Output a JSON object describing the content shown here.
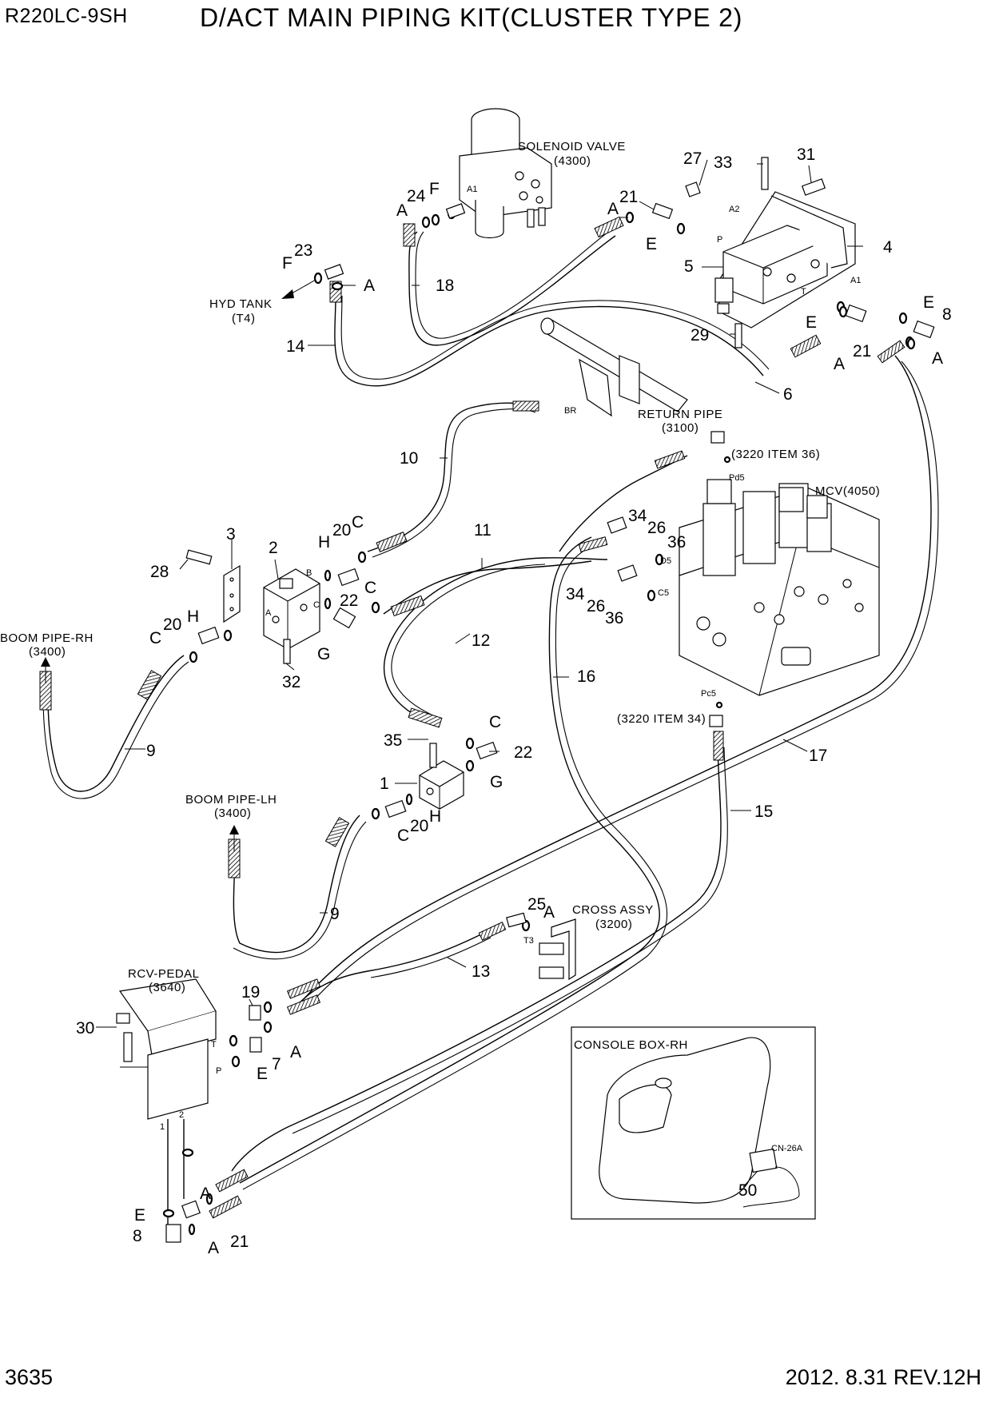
{
  "header": {
    "model": "R220LC-9SH",
    "title": "D/ACT MAIN PIPING KIT(CLUSTER TYPE 2)"
  },
  "footer": {
    "page_number": "3635",
    "revision": "2012. 8.31  REV.12H"
  },
  "captions": {
    "solenoid_valve": [
      "SOLENOID VALVE",
      "(4300)"
    ],
    "hyd_tank": [
      "HYD TANK",
      "(T4)"
    ],
    "return_pipe": [
      "RETURN PIPE",
      "(3100)"
    ],
    "item36": "(3220 ITEM 36)",
    "mcv": "MCV(4050)",
    "boom_pipe_rh": [
      "BOOM PIPE-RH",
      "(3400)"
    ],
    "item34": "(3220 ITEM 34)",
    "boom_pipe_lh": [
      "BOOM PIPE-LH",
      "(3400)"
    ],
    "cross_assy": [
      "CROSS ASSY",
      "(3200)"
    ],
    "rcv_pedal": [
      "RCV-PEDAL",
      "(3640)"
    ],
    "console_box": "CONSOLE BOX-RH",
    "connector": "CN-26A"
  },
  "ports": {
    "a1": "A1",
    "a2": "A2",
    "p": "P",
    "t": "T",
    "a1b": "A1",
    "br": "BR",
    "pd5": "Pd5",
    "d5": "D5",
    "c5": "C5",
    "pc5": "Pc5",
    "b": "B",
    "a": "A",
    "c": "C",
    "t3": "T3",
    "tp": "T",
    "pp": "P",
    "n1": "1",
    "n2": "2"
  },
  "callouts": [
    {
      "id": "c27",
      "text": "27"
    },
    {
      "id": "c33",
      "text": "33"
    },
    {
      "id": "c31",
      "text": "31"
    },
    {
      "id": "cA1",
      "text": "A"
    },
    {
      "id": "c21a",
      "text": "21"
    },
    {
      "id": "cE1",
      "text": "E"
    },
    {
      "id": "c4",
      "text": "4"
    },
    {
      "id": "c5",
      "text": "5"
    },
    {
      "id": "cA2",
      "text": "A"
    },
    {
      "id": "c24",
      "text": "24"
    },
    {
      "id": "cF1",
      "text": "F"
    },
    {
      "id": "c23",
      "text": "23"
    },
    {
      "id": "cF2",
      "text": "F"
    },
    {
      "id": "cA3",
      "text": "A"
    },
    {
      "id": "c18",
      "text": "18"
    },
    {
      "id": "c14",
      "text": "14"
    },
    {
      "id": "cE2",
      "text": "E"
    },
    {
      "id": "c8a",
      "text": "8"
    },
    {
      "id": "cE3",
      "text": "E"
    },
    {
      "id": "c29",
      "text": "29"
    },
    {
      "id": "cA4",
      "text": "A"
    },
    {
      "id": "c21b",
      "text": "21"
    },
    {
      "id": "cA5",
      "text": "A"
    },
    {
      "id": "c6",
      "text": "6"
    },
    {
      "id": "c10",
      "text": "10"
    },
    {
      "id": "c34a",
      "text": "34"
    },
    {
      "id": "c26a",
      "text": "26"
    },
    {
      "id": "c36a",
      "text": "36"
    },
    {
      "id": "c11",
      "text": "11"
    },
    {
      "id": "c3",
      "text": "3"
    },
    {
      "id": "c2",
      "text": "2"
    },
    {
      "id": "cH1",
      "text": "H"
    },
    {
      "id": "c20a",
      "text": "20"
    },
    {
      "id": "cC1",
      "text": "C"
    },
    {
      "id": "c28",
      "text": "28"
    },
    {
      "id": "c34b",
      "text": "34"
    },
    {
      "id": "c26b",
      "text": "26"
    },
    {
      "id": "c36b",
      "text": "36"
    },
    {
      "id": "c22a",
      "text": "22"
    },
    {
      "id": "cC2",
      "text": "C"
    },
    {
      "id": "c20b",
      "text": "20"
    },
    {
      "id": "cH2",
      "text": "H"
    },
    {
      "id": "cC3",
      "text": "C"
    },
    {
      "id": "cG1",
      "text": "G"
    },
    {
      "id": "c32",
      "text": "32"
    },
    {
      "id": "c12",
      "text": "12"
    },
    {
      "id": "c16",
      "text": "16"
    },
    {
      "id": "c9a",
      "text": "9"
    },
    {
      "id": "c35",
      "text": "35"
    },
    {
      "id": "cC4",
      "text": "C"
    },
    {
      "id": "c22b",
      "text": "22"
    },
    {
      "id": "c1",
      "text": "1"
    },
    {
      "id": "cG2",
      "text": "G"
    },
    {
      "id": "cH3",
      "text": "H"
    },
    {
      "id": "c20c",
      "text": "20"
    },
    {
      "id": "cC5",
      "text": "C"
    },
    {
      "id": "c17",
      "text": "17"
    },
    {
      "id": "c15",
      "text": "15"
    },
    {
      "id": "c9b",
      "text": "9"
    },
    {
      "id": "c25",
      "text": "25"
    },
    {
      "id": "cA6",
      "text": "A"
    },
    {
      "id": "c13",
      "text": "13"
    },
    {
      "id": "c19",
      "text": "19"
    },
    {
      "id": "c30",
      "text": "30"
    },
    {
      "id": "cA7",
      "text": "A"
    },
    {
      "id": "c7",
      "text": "7"
    },
    {
      "id": "cE4",
      "text": "E"
    },
    {
      "id": "cA8",
      "text": "A"
    },
    {
      "id": "cE5",
      "text": "E"
    },
    {
      "id": "c8b",
      "text": "8"
    },
    {
      "id": "cA9",
      "text": "A"
    },
    {
      "id": "c21c",
      "text": "21"
    },
    {
      "id": "c50",
      "text": "50"
    }
  ]
}
